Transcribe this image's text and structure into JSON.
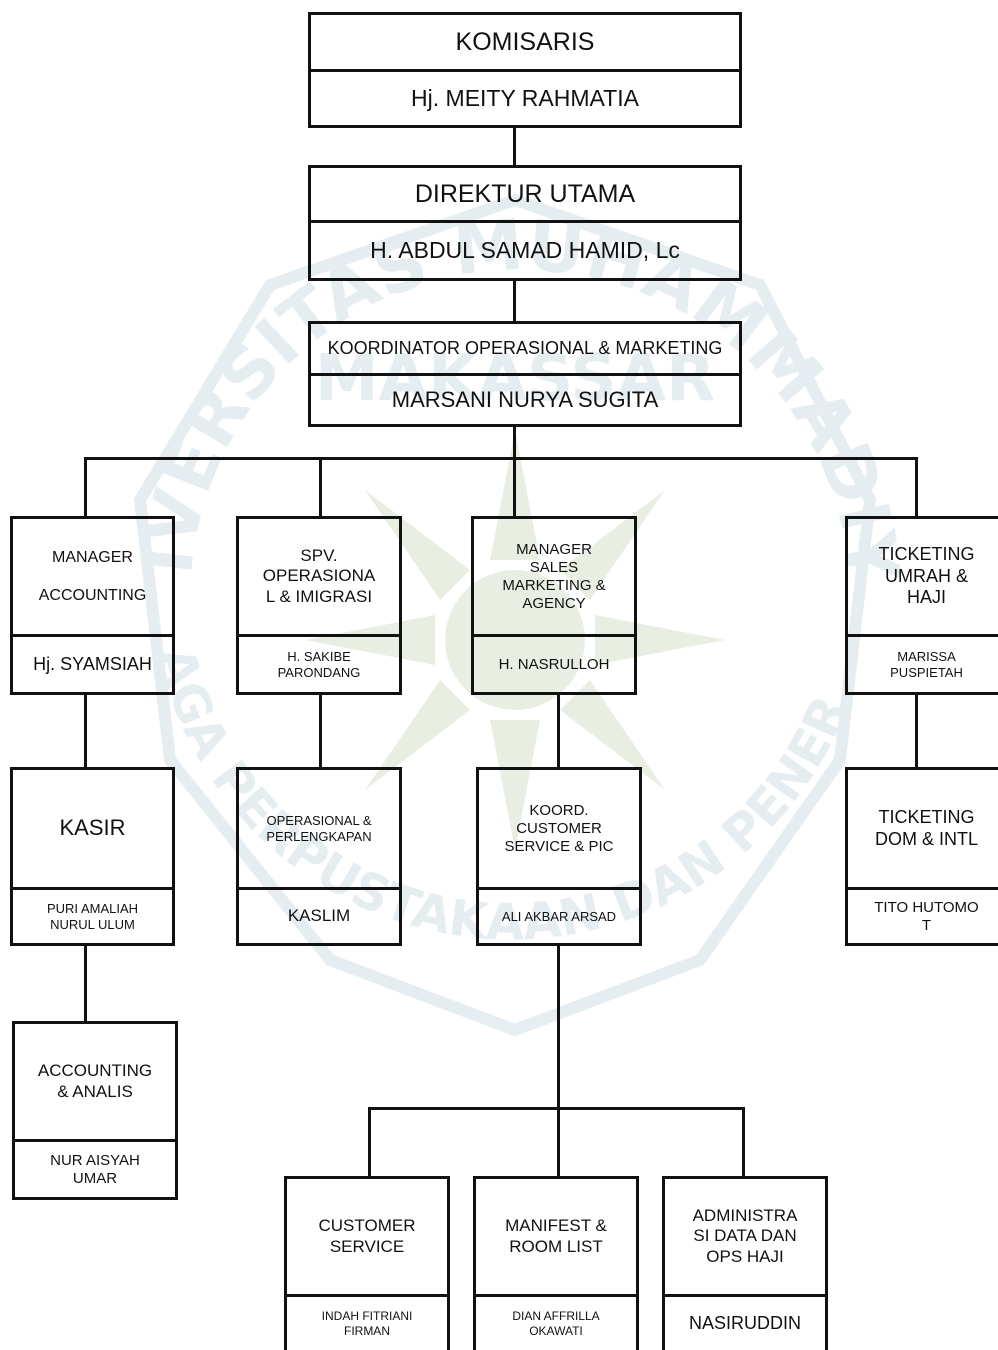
{
  "watermark": {
    "top_text": "UNIVERSITAS MUHAMMADIYAH",
    "mid_text": "MAKASSAR",
    "bottom_text": "LEMBAGA PERPUSTAKAAN DAN PENERBITAN",
    "emblem_icon": "muhammadiyah-sun-emblem",
    "color": "#8fb0c4"
  },
  "positions": {
    "komisaris": {
      "title": "KOMISARIS",
      "name": "Hj. MEITY RAHMATIA"
    },
    "direktur_utama": {
      "title": "DIREKTUR UTAMA",
      "name": "H. ABDUL SAMAD HAMID, Lc"
    },
    "koordinator": {
      "title": "KOORDINATOR OPERASIONAL & MARKETING",
      "name": "MARSANI NURYA SUGITA"
    },
    "manager_accounting": {
      "title": "MANAGER\n\nACCOUNTING",
      "name": "Hj. SYAMSIAH"
    },
    "spv_operasional": {
      "title": "SPV.\nOPERASIONA\nL & IMIGRASI",
      "name": "H. SAKIBE\nPARONDANG"
    },
    "manager_sales": {
      "title": "MANAGER\nSALES\nMARKETING &\nAGENCY",
      "name": "H. NASRULLOH"
    },
    "ticketing_umrah": {
      "title": "TICKETING\nUMRAH &\nHAJI",
      "name": "MARISSA\nPUSPIETAH"
    },
    "kasir": {
      "title": "KASIR",
      "name": "PURI AMALIAH\nNURUL ULUM"
    },
    "operasional_perlengkapan": {
      "title": "OPERASIONAL &\nPERLENGKAPAN",
      "name": "KASLIM"
    },
    "koord_cs": {
      "title": "KOORD.\nCUSTOMER\nSERVICE & PIC",
      "name": "ALI AKBAR ARSAD"
    },
    "ticketing_dom": {
      "title": "TICKETING\nDOM & INTL",
      "name": "TITO HUTOMO\nT"
    },
    "accounting_analis": {
      "title": "ACCOUNTING\n& ANALIS",
      "name": "NUR AISYAH\nUMAR"
    },
    "customer_service": {
      "title": "CUSTOMER\nSERVICE",
      "name": "INDAH FITRIANI\nFIRMAN"
    },
    "manifest": {
      "title": "MANIFEST &\nROOM LIST",
      "name": "DIAN AFFRILLA\nOKAWATI"
    },
    "administrasi": {
      "title": "ADMINISTRA\nSI DATA DAN\nOPS HAJI",
      "name": "NASIRUDDIN"
    }
  }
}
